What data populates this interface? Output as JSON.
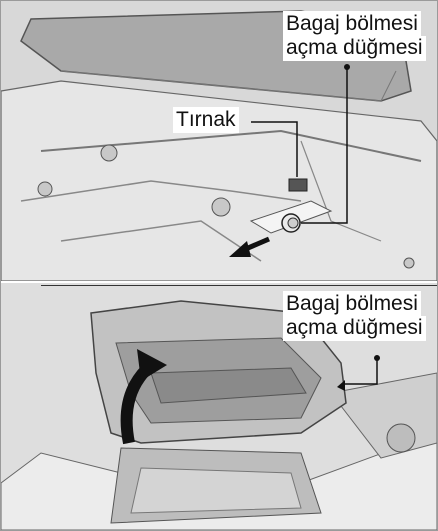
{
  "top_panel": {
    "label_latch": "Tırnak",
    "label_button_line1": "Bagaj bölmesi",
    "label_button_line2": "açma düğmesi"
  },
  "bottom_panel": {
    "label_button_line1": "Bagaj bölmesi",
    "label_button_line2": "açma düğmesi"
  },
  "colors": {
    "panel_bg": "#d8d8d8",
    "line": "#111111",
    "arrow": "#111111"
  }
}
